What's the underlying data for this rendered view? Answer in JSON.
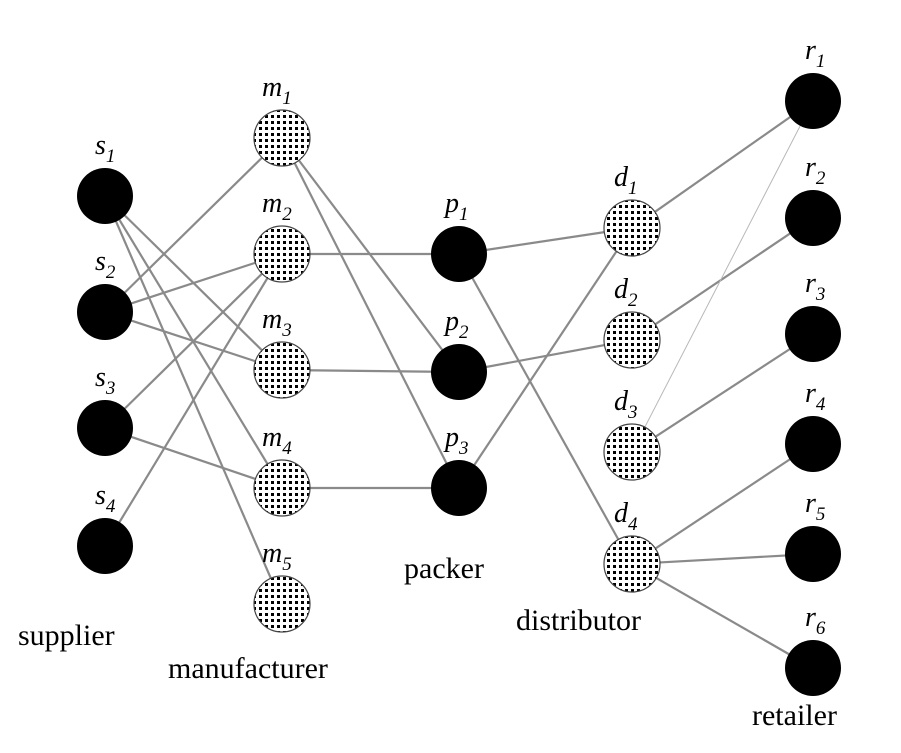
{
  "layers": {
    "supplier": {
      "caption": "supplier",
      "nodes": [
        {
          "id": "s1",
          "base": "s",
          "sub": "1"
        },
        {
          "id": "s2",
          "base": "s",
          "sub": "2"
        },
        {
          "id": "s3",
          "base": "s",
          "sub": "3"
        },
        {
          "id": "s4",
          "base": "s",
          "sub": "4"
        }
      ]
    },
    "manufacturer": {
      "caption": "manufacturer",
      "nodes": [
        {
          "id": "m1",
          "base": "m",
          "sub": "1"
        },
        {
          "id": "m2",
          "base": "m",
          "sub": "2"
        },
        {
          "id": "m3",
          "base": "m",
          "sub": "3"
        },
        {
          "id": "m4",
          "base": "m",
          "sub": "4"
        },
        {
          "id": "m5",
          "base": "m",
          "sub": "5"
        }
      ]
    },
    "packer": {
      "caption": "packer",
      "nodes": [
        {
          "id": "p1",
          "base": "p",
          "sub": "1"
        },
        {
          "id": "p2",
          "base": "p",
          "sub": "2"
        },
        {
          "id": "p3",
          "base": "p",
          "sub": "3"
        }
      ]
    },
    "distributor": {
      "caption": "distributor",
      "nodes": [
        {
          "id": "d1",
          "base": "d",
          "sub": "1"
        },
        {
          "id": "d2",
          "base": "d",
          "sub": "2"
        },
        {
          "id": "d3",
          "base": "d",
          "sub": "3"
        },
        {
          "id": "d4",
          "base": "d",
          "sub": "4"
        }
      ]
    },
    "retailer": {
      "caption": "retailer",
      "nodes": [
        {
          "id": "r1",
          "base": "r",
          "sub": "1"
        },
        {
          "id": "r2",
          "base": "r",
          "sub": "2"
        },
        {
          "id": "r3",
          "base": "r",
          "sub": "3"
        },
        {
          "id": "r4",
          "base": "r",
          "sub": "4"
        },
        {
          "id": "r5",
          "base": "r",
          "sub": "5"
        },
        {
          "id": "r6",
          "base": "r",
          "sub": "6"
        }
      ]
    }
  },
  "edges": [
    [
      "s1",
      "m3"
    ],
    [
      "s1",
      "m4"
    ],
    [
      "s1",
      "m5"
    ],
    [
      "s2",
      "m1"
    ],
    [
      "s2",
      "m2"
    ],
    [
      "s2",
      "m3"
    ],
    [
      "s3",
      "m2"
    ],
    [
      "s3",
      "m4"
    ],
    [
      "s4",
      "m2"
    ],
    [
      "m1",
      "p2"
    ],
    [
      "m1",
      "p3"
    ],
    [
      "m2",
      "p1"
    ],
    [
      "m3",
      "p2"
    ],
    [
      "m4",
      "p3"
    ],
    [
      "p1",
      "d1"
    ],
    [
      "p1",
      "d4"
    ],
    [
      "p2",
      "d2"
    ],
    [
      "p3",
      "d1"
    ],
    [
      "d1",
      "r1"
    ],
    [
      "d2",
      "r2"
    ],
    [
      "d3",
      "r3"
    ],
    [
      "d4",
      "r4"
    ],
    [
      "d4",
      "r5"
    ],
    [
      "d4",
      "r6"
    ]
  ],
  "thin_edges": [
    [
      "d3",
      "r1"
    ]
  ],
  "node_styles": {
    "solid": [
      "supplier",
      "packer",
      "retailer"
    ],
    "hatched": [
      "manufacturer",
      "distributor"
    ]
  }
}
